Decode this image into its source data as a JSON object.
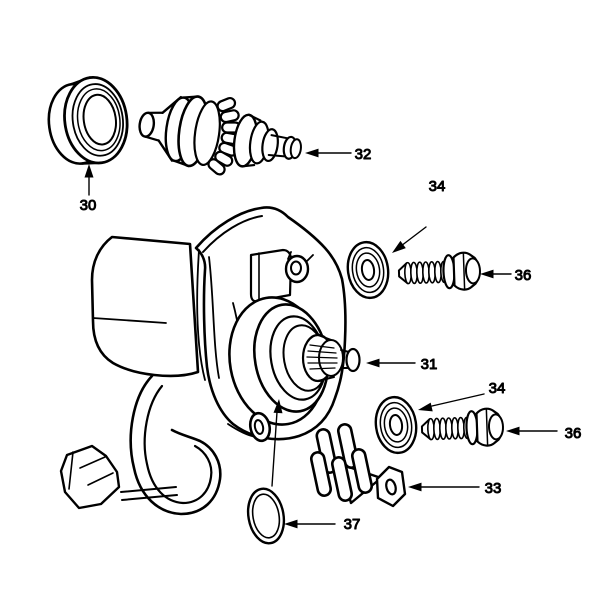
{
  "diagram": {
    "type": "exploded-parts-illustration",
    "background": "#ffffff",
    "line_color": "#000000",
    "label_color": "#000000",
    "callouts": [
      {
        "label": "30",
        "part": "collar-bushing"
      },
      {
        "label": "32",
        "part": "drive-clutch-pinion-assembly"
      },
      {
        "label": "34",
        "part": "sealing-washer-upper"
      },
      {
        "label": "36",
        "part": "hex-flange-bolt-upper"
      },
      {
        "label": "31",
        "part": "starter-motor-assembly"
      },
      {
        "label": "34",
        "part": "sealing-washer-lower"
      },
      {
        "label": "36",
        "part": "hex-flange-bolt-lower"
      },
      {
        "label": "33",
        "part": "terminal-stud-bracket"
      },
      {
        "label": "37",
        "part": "o-ring-seal"
      }
    ]
  }
}
